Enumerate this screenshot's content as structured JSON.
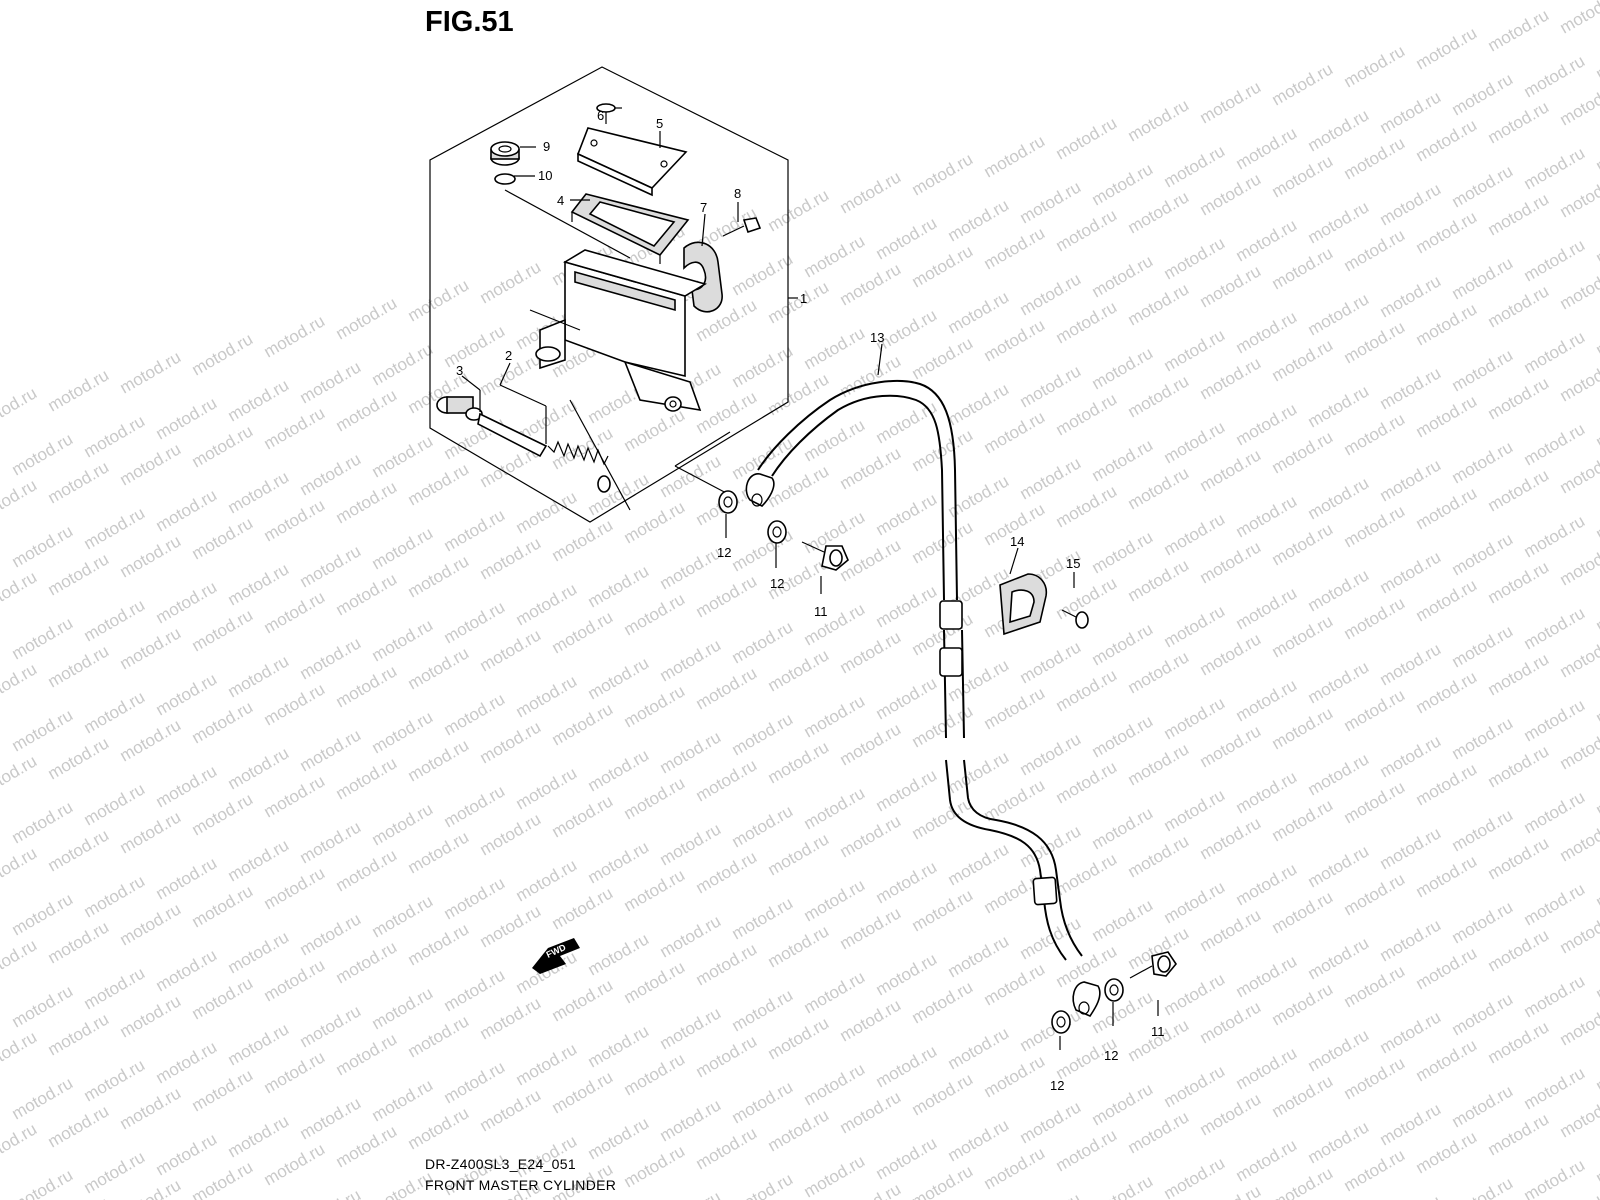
{
  "figure": {
    "title": "FIG.51"
  },
  "footer": {
    "code": "DR-Z400SL3_E24_051",
    "name": "FRONT MASTER CYLINDER"
  },
  "watermark": {
    "text": "motod.ru",
    "color": "#c9c9c9"
  },
  "direction_arrow": {
    "label": "FWD"
  },
  "callouts": {
    "c1": "1",
    "c2": "2",
    "c3": "3",
    "c4": "4",
    "c5": "5",
    "c6": "6",
    "c7": "7",
    "c8": "8",
    "c9": "9",
    "c10": "10",
    "c11a": "11",
    "c11b": "11",
    "c12a": "12",
    "c12b": "12",
    "c12c": "12",
    "c12d": "12",
    "c13": "13",
    "c14": "14",
    "c15": "15"
  }
}
